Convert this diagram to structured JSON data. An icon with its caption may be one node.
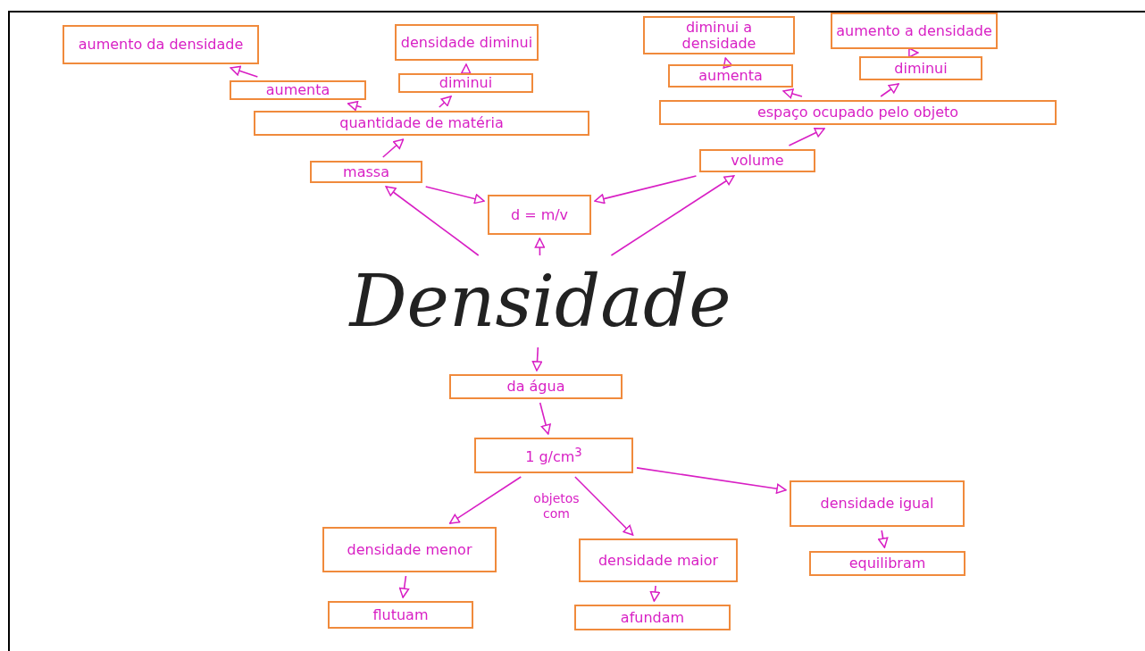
{
  "diagram": {
    "nodes": [
      {
        "text": [
          "aumento da densidade"
        ]
      },
      {
        "text": [
          "aumenta"
        ]
      },
      {
        "text": [
          "quantidade de matéria"
        ]
      },
      {
        "text": [
          "densidade diminui"
        ]
      },
      {
        "text": [
          "diminui"
        ]
      },
      {
        "text": [
          "massa"
        ]
      },
      {
        "text": [
          "diminui a densidade"
        ]
      },
      {
        "text": [
          "aumenta"
        ]
      },
      {
        "text": [
          "aumento a densidade"
        ]
      },
      {
        "text": [
          "diminui"
        ]
      },
      {
        "text": [
          "espaço ocupado pelo objeto"
        ]
      },
      {
        "text": [
          "volume"
        ]
      },
      {
        "text": [
          "d = m/v"
        ]
      },
      {
        "text": [
          "Densidade"
        ]
      },
      {
        "text": [
          "da água"
        ]
      },
      {
        "text": [
          "1 g/cm$^{3}$"
        ]
      },
      {
        "text": [
          "densidade menor"
        ]
      },
      {
        "text": [
          "flutuam"
        ]
      },
      {
        "text": [
          "densidade maior"
        ]
      },
      {
        "text": [
          "afundam"
        ]
      },
      {
        "text": [
          "densidade igual"
        ]
      },
      {
        "text": [
          "equilibram"
        ]
      }
    ],
    "edges": [
      {
        "from": 13,
        "to": 5,
        "arrow": "to"
      },
      {
        "from": 5,
        "to": 12,
        "arrow": "to"
      },
      {
        "from": 13,
        "to": 11,
        "arrow": "to"
      },
      {
        "from": 11,
        "to": 12,
        "arrow": "to"
      },
      {
        "from": 13,
        "to": 12,
        "arrow": "to"
      },
      {
        "from": 5,
        "to": 2,
        "arrow": "to"
      },
      {
        "from": 2,
        "to": 1,
        "arrow": "to"
      },
      {
        "from": 2,
        "to": 4,
        "arrow": "to"
      },
      {
        "from": 1,
        "to": 0,
        "arrow": "to"
      },
      {
        "from": 4,
        "to": 3,
        "arrow": "to"
      },
      {
        "from": 11,
        "to": 10,
        "arrow": "to"
      },
      {
        "from": 10,
        "to": 7,
        "arrow": "to"
      },
      {
        "from": 10,
        "to": 9,
        "arrow": "to"
      },
      {
        "from": 7,
        "to": 6,
        "arrow": "to"
      },
      {
        "from": 9,
        "to": 8,
        "arrow": "to"
      },
      {
        "from": 13,
        "to": 14,
        "arrow": "to"
      },
      {
        "from": 14,
        "to": 15,
        "arrow": "to"
      },
      {
        "from": 15,
        "to": 16,
        "arrow": "to"
      },
      {
        "from": 15,
        "to": 18,
        "arrow": "to"
      },
      {
        "from": 15,
        "to": 20,
        "arrow": "to"
      },
      {
        "from": 16,
        "to": 17,
        "arrow": "to"
      },
      {
        "from": 18,
        "to": 19,
        "arrow": "to"
      },
      {
        "from": 20,
        "to": 21,
        "arrow": "to"
      }
    ],
    "labels": [
      "objetos com"
    ]
  }
}
